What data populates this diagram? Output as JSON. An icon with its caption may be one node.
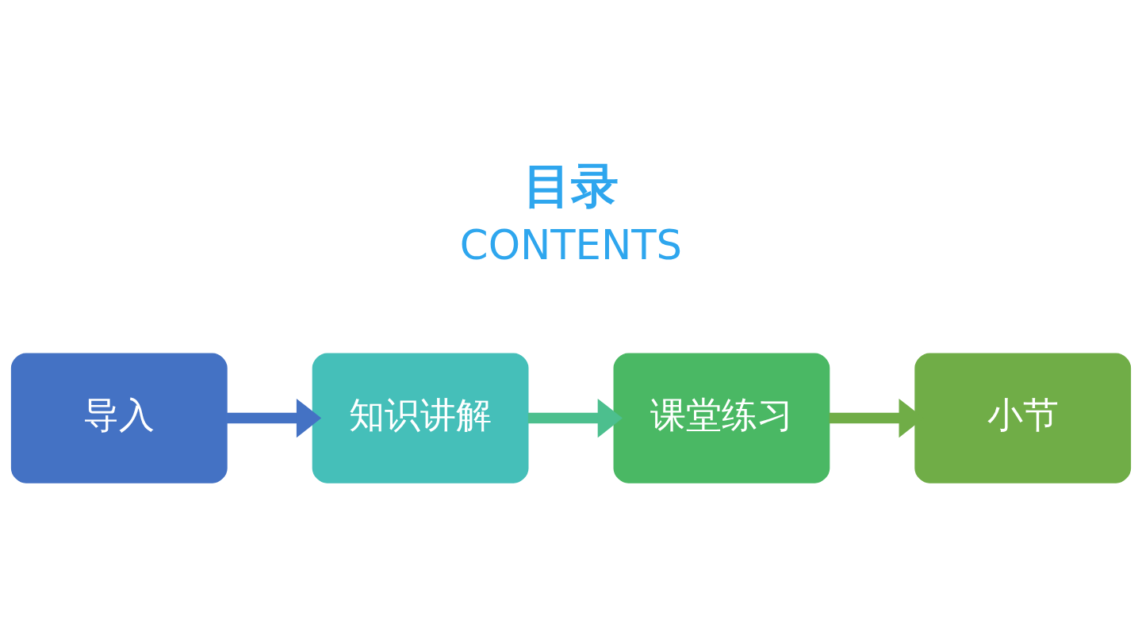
{
  "diagram": {
    "title": "目录",
    "nodes": [
      {
        "text": [
          "导入"
        ]
      },
      {
        "text": [
          "知识讲解"
        ]
      },
      {
        "text": [
          "课堂练习"
        ]
      },
      {
        "text": [
          "小节"
        ]
      }
    ],
    "edges": [
      {
        "from": 0,
        "to": 1,
        "arrow": "to",
        "color": "#4472c4"
      },
      {
        "from": 1,
        "to": 2,
        "arrow": "to",
        "color": "#4cbf8e"
      },
      {
        "from": 2,
        "to": 3,
        "arrow": "to",
        "color": "#70ad47"
      }
    ],
    "labels": [
      "CONTENTS"
    ]
  }
}
